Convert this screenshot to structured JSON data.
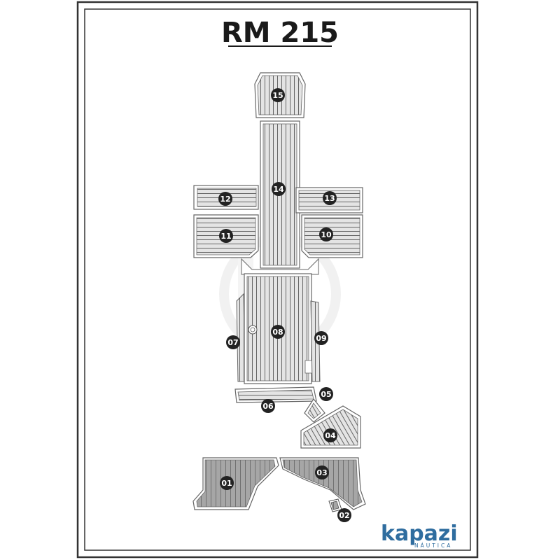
{
  "title": "RM 215",
  "logo": {
    "name": "kapazi",
    "tagline": "NÁUTICA"
  },
  "colors": {
    "frame": "#333333",
    "pad_fill": "#e3e3e3",
    "pad_fill_dark": "#a3a3a3",
    "groove": "#555555",
    "badge": "#222222",
    "logo": "#2f6d9f"
  },
  "pieces": [
    {
      "id": "15",
      "label": "15"
    },
    {
      "id": "14",
      "label": "14"
    },
    {
      "id": "13",
      "label": "13"
    },
    {
      "id": "12",
      "label": "12"
    },
    {
      "id": "11",
      "label": "11"
    },
    {
      "id": "10",
      "label": "10"
    },
    {
      "id": "09",
      "label": "09"
    },
    {
      "id": "08",
      "label": "08"
    },
    {
      "id": "07",
      "label": "07"
    },
    {
      "id": "06",
      "label": "06"
    },
    {
      "id": "05",
      "label": "05"
    },
    {
      "id": "04",
      "label": "04"
    },
    {
      "id": "03",
      "label": "03"
    },
    {
      "id": "02",
      "label": "02"
    },
    {
      "id": "01",
      "label": "01"
    }
  ]
}
